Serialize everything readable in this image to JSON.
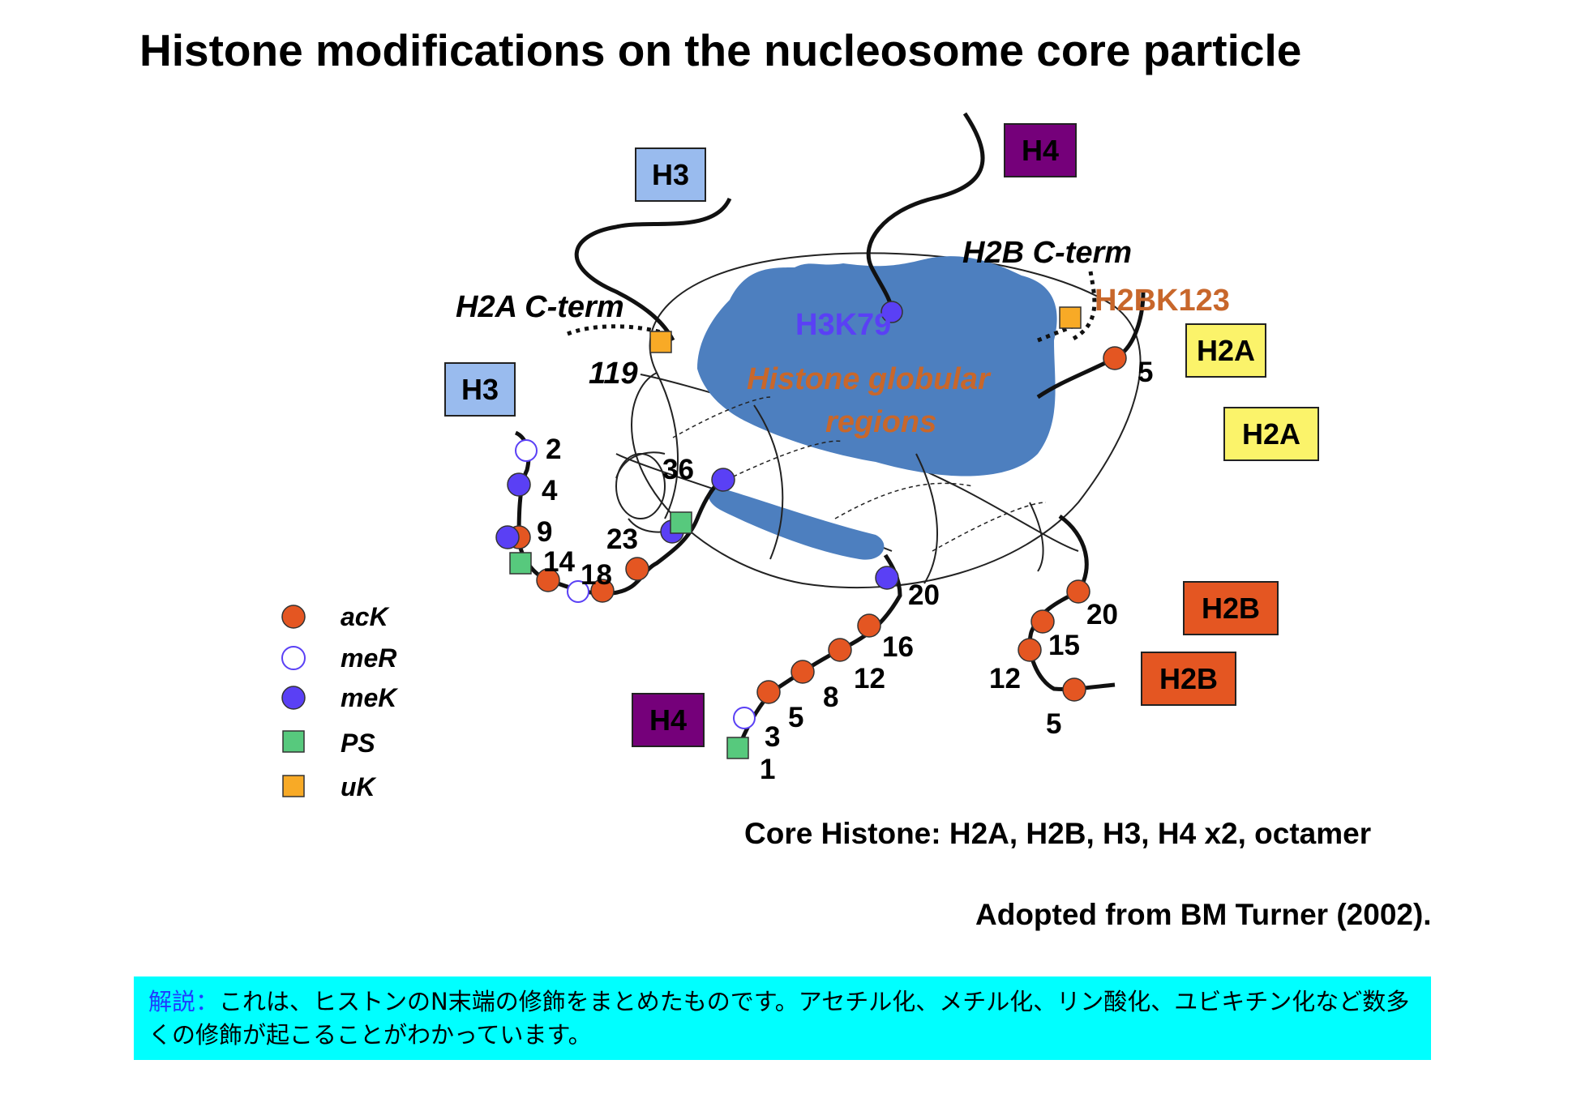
{
  "title": "Histone modifications on the nucleosome core particle",
  "tail_labels": {
    "h3_top": "H3",
    "h4_top": "H4",
    "h3_left": "H3",
    "h4_bottom": "H4",
    "h2a_1": "H2A",
    "h2a_2": "H2A",
    "h2b_1": "H2B",
    "h2b_2": "H2B"
  },
  "colors": {
    "H3": "#99bbee",
    "H4": "#75007a",
    "H2A": "#fbf36a",
    "H2B": "#e45622",
    "acK": "#e45622",
    "meK": "#5a40f5",
    "PS": "#57c97d",
    "uK": "#f8aa26",
    "core": "#4d7fbf",
    "note_bg": "#00ffff"
  },
  "annotations": {
    "h2a_cterm": "H2A C-term",
    "h2b_cterm": "H2B C-term",
    "h2bk123": "H2BK123",
    "h3k79": "H3K79",
    "globular_line1": "Histone globular",
    "globular_line2": "regions",
    "k119": "119"
  },
  "residue_numbers": {
    "h3": [
      "2",
      "4",
      "9",
      "14",
      "18",
      "23",
      "36"
    ],
    "h4": [
      "20",
      "16",
      "12",
      "8",
      "5",
      "3",
      "1"
    ],
    "h2b": [
      "20",
      "15",
      "12",
      "5"
    ],
    "h2a": [
      "5"
    ]
  },
  "legend": [
    {
      "symbol": "filled-circle",
      "color": "acK",
      "label": "acK"
    },
    {
      "symbol": "open-circle",
      "color": "meK",
      "label": "meR"
    },
    {
      "symbol": "filled-circle",
      "color": "meK",
      "label": "meK"
    },
    {
      "symbol": "square",
      "color": "PS",
      "label": "PS"
    },
    {
      "symbol": "square",
      "color": "uK",
      "label": "uK"
    }
  ],
  "captions": {
    "core_histone": "Core Histone: H2A, H2B, H3, H4 x2, octamer",
    "source": "Adopted from BM Turner (2002)."
  },
  "note": {
    "heading": "解説：",
    "text": "これは、ヒストンのN末端の修飾をまとめたものです。アセチル化、メチル化、リン酸化、ユビキチン化など数多くの修飾が起こることがわかっています。"
  }
}
